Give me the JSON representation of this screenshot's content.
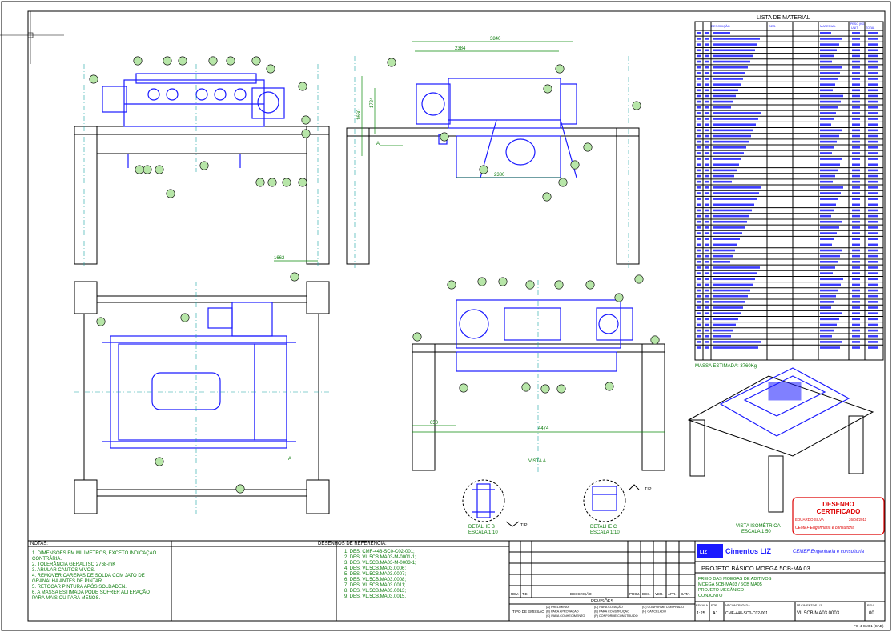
{
  "bom": {
    "title": "LISTA DE MATERIAL",
    "col_headers": [
      "DESCRIÇÃO",
      "DES.",
      "MATERIAL",
      "PESO (KG)",
      "UNIT",
      "TOTAL"
    ],
    "mass_note": "MASSA ESTIMADA: 3760Kg",
    "row_count": 56
  },
  "views": {
    "dim_3840": "3840",
    "dim_2384": "2384",
    "dim_1660": "1660",
    "dim_1724": "1724",
    "dim_2380": "2380",
    "dim_1662": "1662",
    "dim_650": "650",
    "dim_4474": "4474",
    "vista_a": "VISTA A",
    "section_a": "A",
    "detalhe_b": "DETALHE B",
    "detalhe_b_scale": "ESCALA 1:10",
    "detalhe_c": "DETALHE C",
    "detalhe_c_scale": "ESCALA 1:10",
    "tip": "TIP.",
    "vista_iso": "VISTA ISOMÉTRICA",
    "vista_iso_scale": "ESCALA 1:50"
  },
  "stamp": {
    "line1": "DESENHO",
    "line2": "CERTIFICADO",
    "engineer": "EDUARDO SILVA",
    "date": "26/04/2011",
    "company": "CEMEF Engenharia e consultoria"
  },
  "notes": {
    "title": "NOTAS:",
    "items": [
      "1.  DIMENSÕES EM MILÍMETROS, EXCETO INDICAÇÃO",
      "     CONTRÁRIA.",
      "2.  TOLERÂNCIA GERAL ISO 2768-mK",
      "3.  ARULAR CANTOS VIVOS.",
      "4.  REMOVER CAREPAS DE SOLDA COM JATO DE",
      "     GRANALHA ANTES DE PINTAR.",
      "5.  RETOCAR PINTURA APÓS SOLDADEN.",
      "6.  A MASSA ESTIMADA PODE SOFRER ALTERAÇÃO",
      "     PARA MAIS OU PARA MENOS."
    ]
  },
  "references": {
    "title": "DESENHOS DE REFERÊNCIA:",
    "items": [
      "1.  DES. CMF-448-SC0-C02-001;",
      "2.  DES. VL.5CB.MA03-M-0001-1;",
      "3.  DES. VL.5CB.MA03-M-0003-1;",
      "4.  DES. VL.5CB.MA03.0006;",
      "5.  DES. VL.5CB.MA03.0007;",
      "6.  DES. VL.5CB.MA03.0008;",
      "7.  DES. VL.5CB.MA03.0011;",
      "8.  DES. VL.5CB.MA03.0013;",
      "9.  DES. VL.5CB.MA03.0015."
    ]
  },
  "revisions": {
    "label": "REVISÕES",
    "headers": [
      "REV.",
      "T.E.",
      "DESCRIÇÃO",
      "PROJ.",
      "DES.",
      "VER.",
      "APR.",
      "DATA"
    ],
    "tipo_label": "TIPO DE EMISSÃO",
    "tipo_options": [
      "(A) PRELIMINAR",
      "(B) PARA APROVAÇÃO",
      "(C) PARA CONHECIMENTO",
      "(D) PARA COTAÇÃO",
      "(E) PARA CONSTRUÇÃO",
      "(F) CONFORME CONSTRUÍDO",
      "(G) CONFORME COMPRADO",
      "(H) CANCELADO"
    ]
  },
  "title_block": {
    "client": "Cimentos LIZ",
    "consultancy": "CEMEF Engenharia e consultoria",
    "project": "PROJETO BÁSICO MOEGA 5CB-MA 03",
    "line1": "FREIO DAS MOEGAS DE ADITIVOS",
    "line2": "MOEGA 5CB-MA03 / 5CB MA05",
    "line3": "PROJETO MECÂNICO",
    "line4": "CONJUNTO",
    "scale_label": "ESCALA",
    "scale": "1:25",
    "format_label": "FOR.",
    "format": "A1",
    "contract_label": "Nº CONTRATADA",
    "contract": "CMF-448-SC0-C02-001",
    "client_no_label": "Nº CIMENTOS LIZ",
    "client_no": "VL.5CB.MA03.0003",
    "rev_label": "REV.",
    "rev": "00",
    "form_code": "FG-4-CM01 (CAD)"
  },
  "colors": {
    "drawing": "#1a1aff",
    "structure": "#000000",
    "dimension": "#0a8a0a",
    "centerline": "#19a3a3",
    "stamp": "#dd0000",
    "balloon": "#b7e6a8"
  }
}
